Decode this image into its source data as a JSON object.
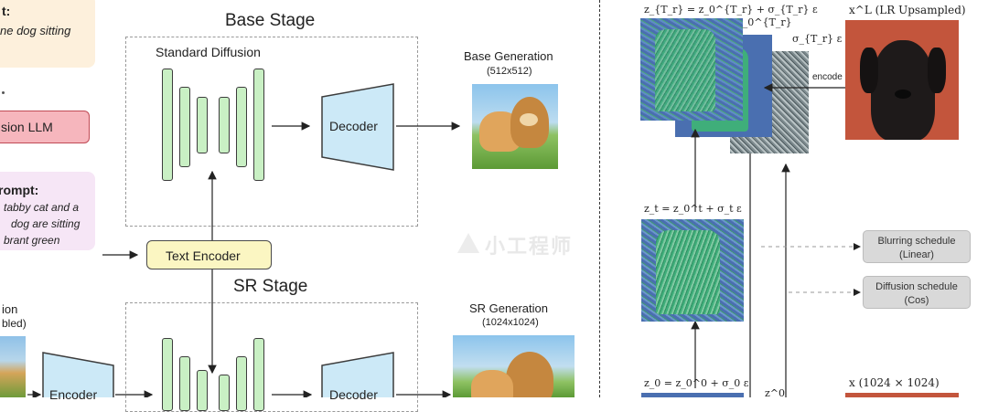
{
  "left": {
    "prompt_box": {
      "title_fragment": "t:",
      "text_fragment": "ne dog sitting",
      "color": "#fdf0dc"
    },
    "llm_box": {
      "label": "sion LLM",
      "color": "#f6b6bd"
    },
    "rewritten_prompt": {
      "title_fragment": "rompt:",
      "lines": [
        "tabby cat and a",
        "dog are sitting",
        "brant green"
      ],
      "color": "#f6e6f6"
    },
    "lr_input_fragment": {
      "line1": "ion",
      "line2": "bled)"
    },
    "base_stage": {
      "title": "Base Stage",
      "subtitle": "Standard Diffusion",
      "decoder_label": "Decoder",
      "output_title": "Base Generation",
      "output_size": "(512x512)"
    },
    "text_encoder": {
      "label": "Text Encoder",
      "color": "#fbf6c2"
    },
    "sr_stage": {
      "title": "SR Stage",
      "encoder_label": "Encoder",
      "decoder_label": "Decoder",
      "output_title": "SR Generation",
      "output_size": "(1024x1024)"
    },
    "watermark": "小工程师"
  },
  "right": {
    "zT_label": "z_{T_r} = z_0^{T_r} + σ_{T_r} ε",
    "z0T_label": "z_0^{T_r}",
    "sigma_label": "σ_{T_r} ε",
    "encode_label": "encode",
    "xL_label": "x^L (LR Upsampled)",
    "zt_label": "z_t = z_0^t + σ_t ε",
    "z0_label": "z_0 = z_0^0 + σ_0 ε",
    "z00_label": "z^0",
    "x_label": "x (1024 × 1024)",
    "blur_schedule": {
      "line1": "Blurring schedule",
      "line2": "(Linear)"
    },
    "diff_schedule": {
      "line1": "Diffusion schedule",
      "line2": "(Cos)"
    }
  },
  "colors": {
    "unet_fill": "#c9f0c4",
    "decoder_fill": "#cce9f7",
    "panel_blue": "#4a6fb0",
    "panel_green": "#3fae7a",
    "dog_bg": "#c3553c"
  }
}
